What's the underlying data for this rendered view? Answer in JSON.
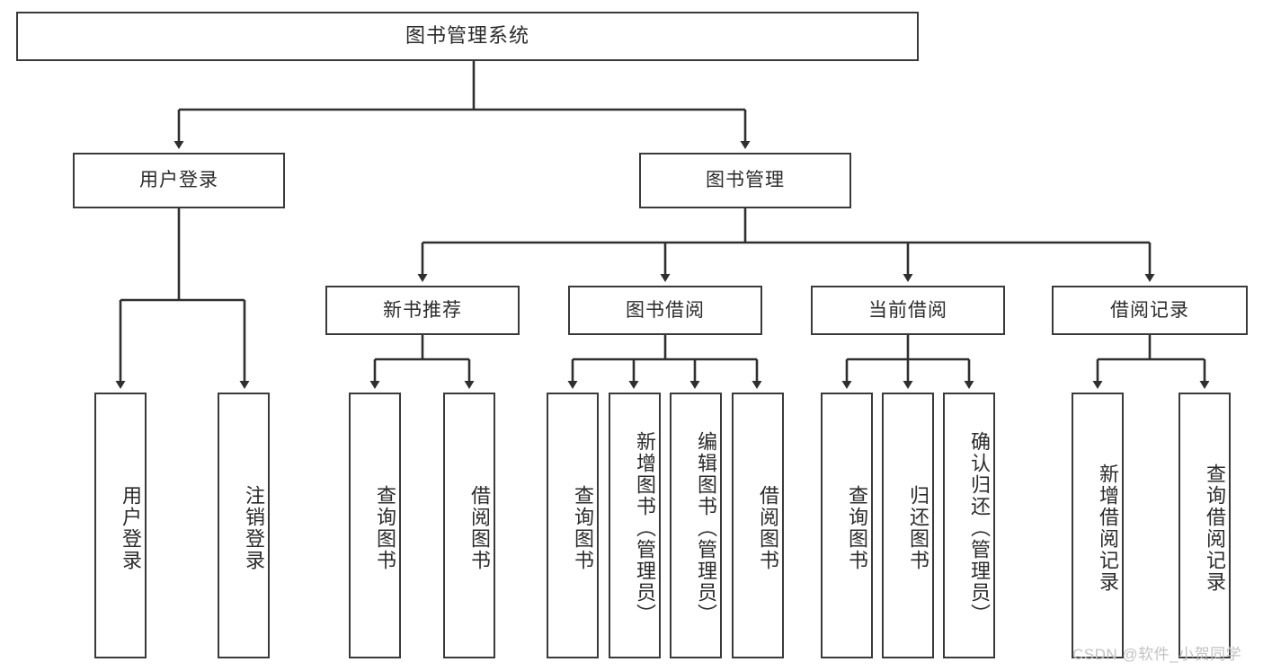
{
  "diagram": {
    "title": "图书管理系统",
    "type": "tree-hierarchy-chart",
    "root": {
      "id": "root",
      "label": "图书管理系统"
    },
    "level2": [
      {
        "id": "user-login",
        "label": "用户登录"
      },
      {
        "id": "book-manage",
        "label": "图书管理"
      }
    ],
    "level3": [
      {
        "id": "new-book-rec",
        "label": "新书推荐"
      },
      {
        "id": "book-borrow",
        "label": "图书借阅"
      },
      {
        "id": "current-borrow",
        "label": "当前借阅"
      },
      {
        "id": "borrow-record",
        "label": "借阅记录"
      }
    ],
    "leaves": {
      "user_login": [
        {
          "id": "leaf-user-login",
          "label": "用户登录"
        },
        {
          "id": "leaf-logout",
          "label": "注销登录"
        }
      ],
      "new_book_rec": [
        {
          "id": "leaf-query-book-1",
          "label": "查询图书"
        },
        {
          "id": "leaf-borrow-book-1",
          "label": "借阅图书"
        }
      ],
      "book_borrow": [
        {
          "id": "leaf-query-book-2",
          "label": "查询图书"
        },
        {
          "id": "leaf-add-book",
          "label": "新增图书（管理员）"
        },
        {
          "id": "leaf-edit-book",
          "label": "编辑图书（管理员）"
        },
        {
          "id": "leaf-borrow-book-2",
          "label": "借阅图书"
        }
      ],
      "current_borrow": [
        {
          "id": "leaf-query-book-3",
          "label": "查询图书"
        },
        {
          "id": "leaf-return-book",
          "label": "归还图书"
        },
        {
          "id": "leaf-confirm-return",
          "label": "确认归还（管理员）"
        }
      ],
      "borrow_record": [
        {
          "id": "leaf-add-record",
          "label": "新增借阅记录"
        },
        {
          "id": "leaf-query-record",
          "label": "查询借阅记录"
        }
      ]
    }
  },
  "watermark": {
    "text": "CSDN @软件_小贺同学"
  },
  "colors": {
    "border": "#3a3a3a",
    "text": "#2b2b2b",
    "background": "#ffffff",
    "wire": "#2f2f2f",
    "watermark": "#c2c2c2"
  }
}
